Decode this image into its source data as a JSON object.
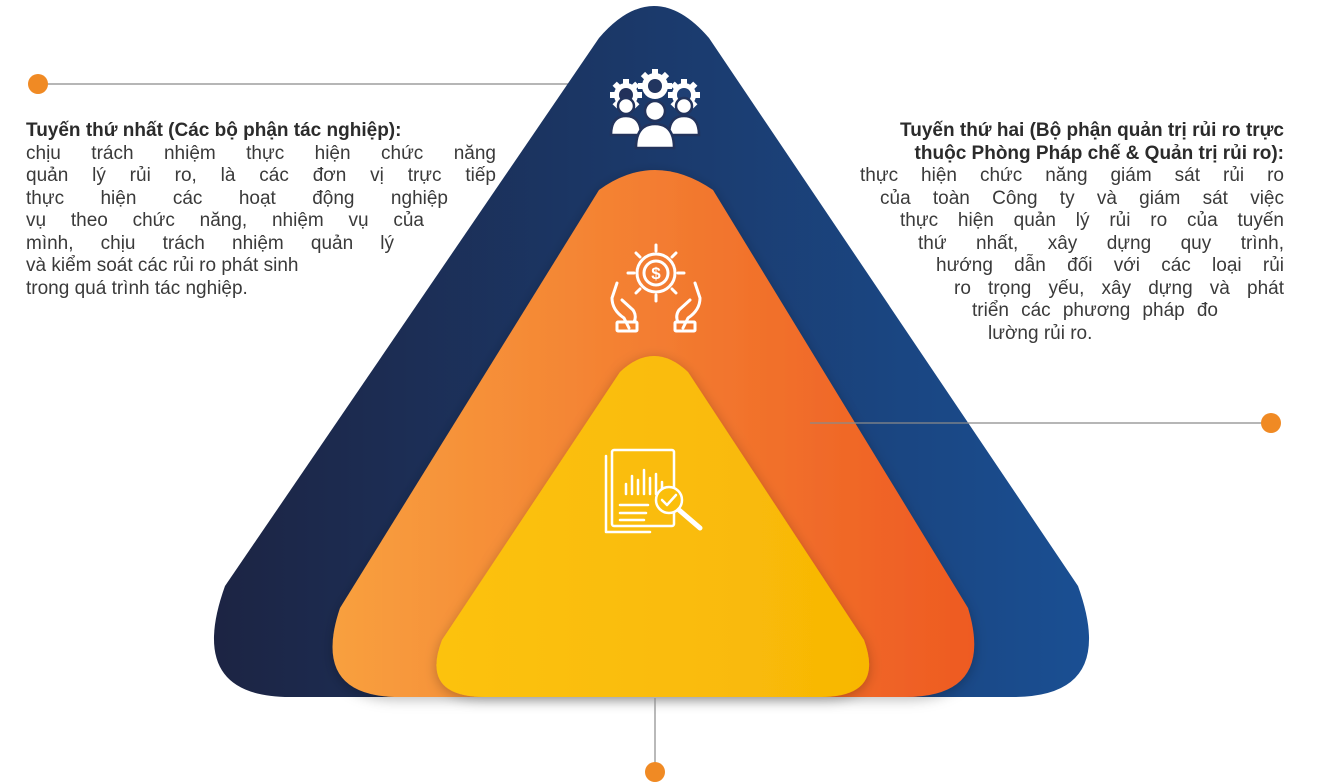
{
  "colors": {
    "navy_dark": "#1e2a4b",
    "navy_light": "#1d4c8c",
    "orange_light": "#f7963a",
    "orange_dark": "#ef5f24",
    "yellow": "#fbbf0a",
    "accent_dot": "#f08a24",
    "connector": "#8a8a8a"
  },
  "icons": {
    "top_layer": "team-gears-icon",
    "middle_layer": "money-gear-hands-icon",
    "bottom_layer": "report-magnifier-icon"
  },
  "first_line": {
    "title": "Tuyến thứ nhất (Các bộ phận tác nghiệp):",
    "body_lines": [
      "chịu trách nhiệm thực hiện chức năng",
      "quản lý rủi ro, là các đơn vị trực tiếp",
      "thực hiện các hoạt động nghiệp",
      "vụ theo chức năng, nhiệm vụ của",
      "mình, chịu trách nhiệm quản lý",
      "và kiểm soát các rủi ro phát sinh",
      "trong quá trình tác nghiệp."
    ]
  },
  "second_line": {
    "title_lines": [
      "Tuyến thứ hai (Bộ phận quản trị rủi ro trực",
      "thuộc Phòng Pháp chế & Quản trị rủi ro):"
    ],
    "body_lines": [
      "thực hiện chức năng giám sát rủi ro",
      "của toàn Công ty và giám sát việc",
      "thực hiện quản lý rủi ro của tuyến",
      "thứ nhất, xây dựng quy trình,",
      "hướng dẫn đối với các loại rủi",
      "ro trọng yếu, xây dựng và phát",
      "triển các phương pháp đo",
      "lường rủi ro."
    ]
  }
}
